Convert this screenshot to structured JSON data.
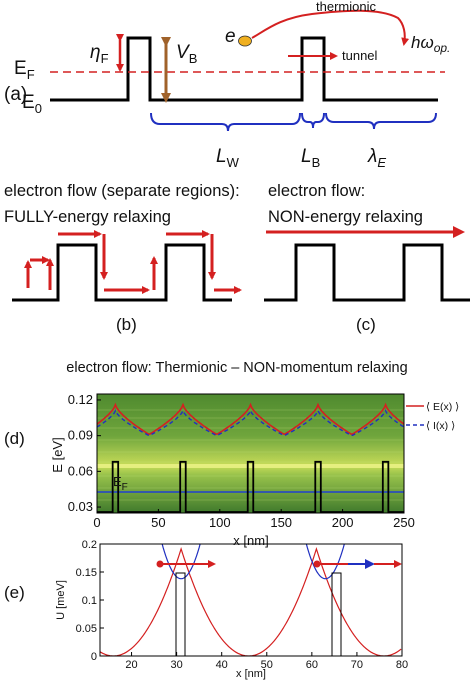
{
  "panel_a": {
    "panel_label": "(a)",
    "ef_label": "E",
    "ef_sub": "F",
    "e0_label": "E",
    "e0_sub": "0",
    "eta_label": "η",
    "eta_sub": "F",
    "vb_label": "V",
    "vb_sub": "B",
    "electron_label": "e",
    "thermionic_label": "thermionic",
    "tunnel_label": "tunnel",
    "hw_label": "hω",
    "hw_sub": "op.",
    "lw_label": "L",
    "lw_sub": "W",
    "lb_label": "L",
    "lb_sub": "B",
    "lambda_label": "λ",
    "lambda_sub": "E"
  },
  "panel_b": {
    "title_line1": "electron flow (separate regions):",
    "title_line2": "FULLY-energy relaxing",
    "panel_label": "(b)"
  },
  "panel_c": {
    "title_line1": "electron flow:",
    "title_line2": "NON-energy relaxing",
    "panel_label": "(c)"
  },
  "panel_d": {
    "title": "electron flow: Thermionic – NON-momentum relaxing",
    "panel_label": "(d)",
    "ylabel": "E [eV]",
    "xlabel": "x [nm]",
    "ef_label": "E",
    "ef_sub": "F",
    "yticks": [
      "0.12",
      "0.09",
      "0.06",
      "0.03"
    ],
    "xticks": [
      "0",
      "50",
      "100",
      "150",
      "200",
      "250"
    ],
    "legend": [
      {
        "label": "⟨ E(x) ⟩",
        "color": "#d42020",
        "style": "solid"
      },
      {
        "label": "⟨ I(x) ⟩",
        "color": "#2030c0",
        "style": "dashed"
      }
    ],
    "series_colors": {
      "energy": "#d42020",
      "current": "#2030c0",
      "fermi": "#2040d0",
      "barrier": "#000000"
    }
  },
  "panel_e": {
    "panel_label": "(e)",
    "ylabel": "U [meV]",
    "xlabel": "x [nm]",
    "yticks": [
      "0.2",
      "0.15",
      "0.1",
      "0.05",
      "0"
    ],
    "xticks": [
      "20",
      "30",
      "40",
      "50",
      "60",
      "70",
      "80"
    ],
    "colors": {
      "left_parabola": "#d42020",
      "right_parabola": "#2030c0"
    }
  }
}
